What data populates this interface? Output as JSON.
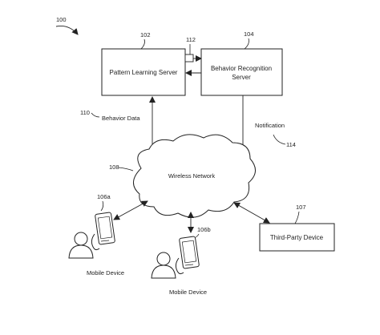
{
  "figure": {
    "ref_main": "100",
    "pattern_server": {
      "ref": "102",
      "label": "Pattern Learning Server"
    },
    "behavior_server": {
      "ref": "104",
      "label_line1": "Behavior Recognition",
      "label_line2": "Server"
    },
    "link": {
      "ref": "112"
    },
    "behavior_data": {
      "ref": "110",
      "label": "Behavior Data"
    },
    "notification": {
      "label": "Notification",
      "ref": "114"
    },
    "network": {
      "ref": "108",
      "label": "Wireless Network"
    },
    "mobile_a": {
      "ref": "106a",
      "label": "Mobile Device"
    },
    "mobile_b": {
      "ref": "106b",
      "label": "Mobile Device"
    },
    "third_party": {
      "ref": "107",
      "label": "Third-Party Device"
    }
  }
}
